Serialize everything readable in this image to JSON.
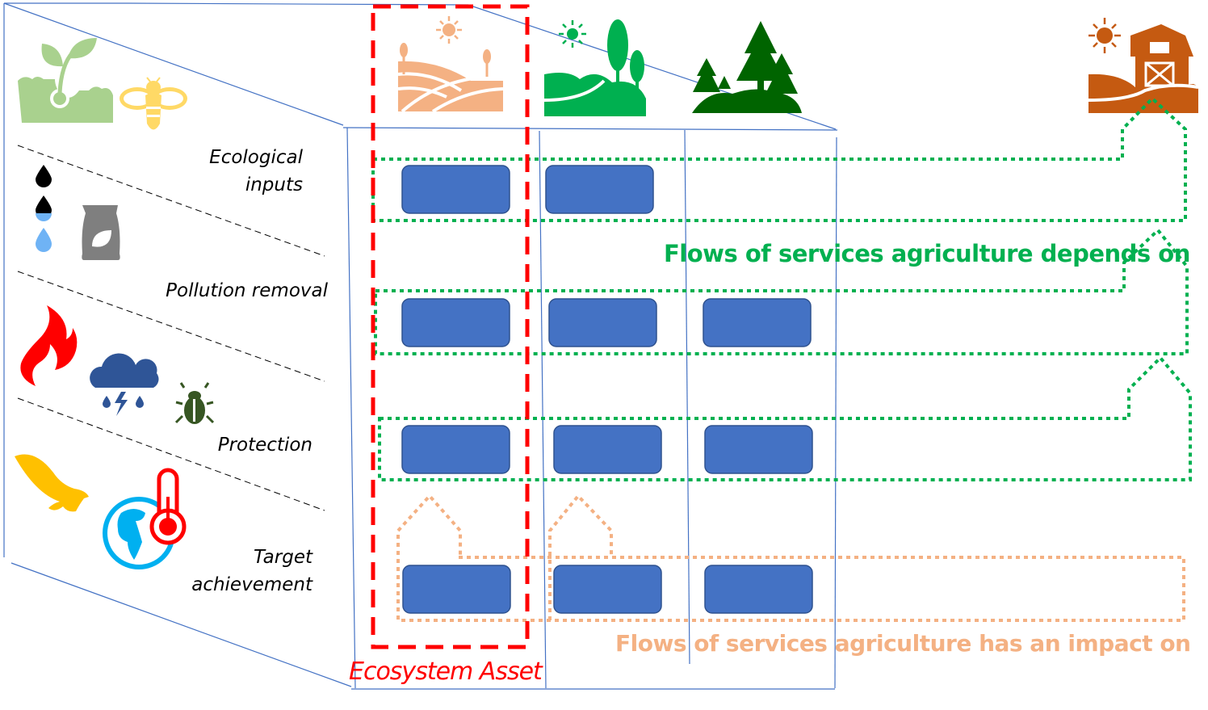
{
  "rows": [
    {
      "label": "Ecological inputs",
      "line1": "Ecological",
      "line2": "inputs"
    },
    {
      "label": "Pollution removal",
      "line1": "Pollution removal"
    },
    {
      "label": "Protection",
      "line1": "Protection"
    },
    {
      "label": "Target achievement",
      "line1": "Target",
      "line2": "achievement"
    }
  ],
  "columns": [
    {
      "name": "farmland",
      "icon": "farmland-icon",
      "color": "#f4b183"
    },
    {
      "name": "green-landscape",
      "icon": "hills-trees-icon",
      "color": "#00b050"
    },
    {
      "name": "forest",
      "icon": "forest-icon",
      "color": "#006400"
    }
  ],
  "agriculture": {
    "icon": "barn-icon",
    "color": "#c55a11"
  },
  "left_icons": [
    {
      "name": "seedling-icon",
      "color": "#a9d18e"
    },
    {
      "name": "bee-icon",
      "color": "#ffd966"
    },
    {
      "name": "water-drops-icon",
      "color": "#000000"
    },
    {
      "name": "fertilizer-bag-icon",
      "color": "#7f7f7f"
    },
    {
      "name": "fire-icon",
      "color": "#ff0000"
    },
    {
      "name": "storm-cloud-icon",
      "color": "#2f5597"
    },
    {
      "name": "beetle-icon",
      "color": "#375623"
    },
    {
      "name": "eagle-icon",
      "color": "#ffc000"
    },
    {
      "name": "globe-thermometer-icon",
      "color": "#00b0f0"
    }
  ],
  "grid_cells": [
    [
      true,
      true,
      false
    ],
    [
      true,
      true,
      true
    ],
    [
      true,
      true,
      true
    ],
    [
      true,
      true,
      true
    ]
  ],
  "flows": {
    "depends_on": {
      "text": "Flows of services agriculture depends on",
      "color": "#00b050"
    },
    "impact_on": {
      "text": "Flows of services agriculture has an impact on",
      "color": "#f4b183"
    }
  },
  "ecosystem_asset": {
    "text": "Ecosystem Asset",
    "color": "#ff0000"
  },
  "colors": {
    "cell": "#4472c4",
    "cell_border": "#2f528f",
    "frame": "#4472c4"
  }
}
